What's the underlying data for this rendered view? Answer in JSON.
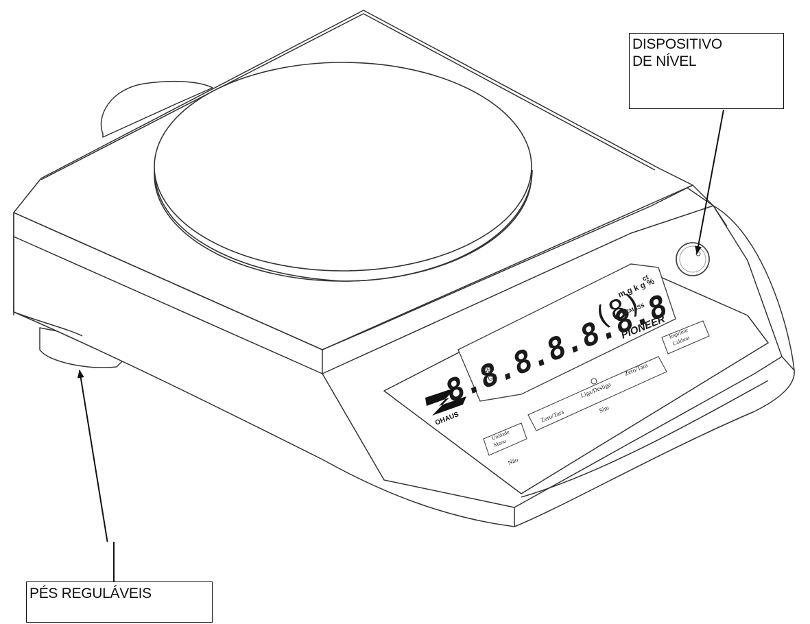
{
  "callouts": {
    "level_device": {
      "line1": "DISPOSITIVO",
      "line2": "DE NÍVEL"
    },
    "adjustable_feet": {
      "label": "PÉS REGULÁVEIS"
    }
  },
  "scale": {
    "brand": "OHAUS",
    "model": "PIONEER",
    "display_digits": "8.8.8.8.8.8.8",
    "display_last_digit": "(8)",
    "unit_letters": "m g k g %",
    "unit_sup": "ct",
    "indicator_labels": [
      "NET",
      "GR",
      "▲",
      "▼"
    ],
    "bar_text": "BCMASS",
    "keys": {
      "unit_menu": {
        "line1": "Unidade",
        "line2": "Menu",
        "below": "Não"
      },
      "zero_tare_left": {
        "label": "Zero/Tara"
      },
      "power": {
        "label": "Liga/Desliga",
        "below": "Sim"
      },
      "zero_tare_right": {
        "label": "Zero/Tara"
      },
      "print_calibrate": {
        "line1": "Imprimir",
        "line2": "Calibrar"
      }
    }
  },
  "colors": {
    "line": "#333333",
    "shadow": "#cfcfcf",
    "background": "#ffffff"
  }
}
